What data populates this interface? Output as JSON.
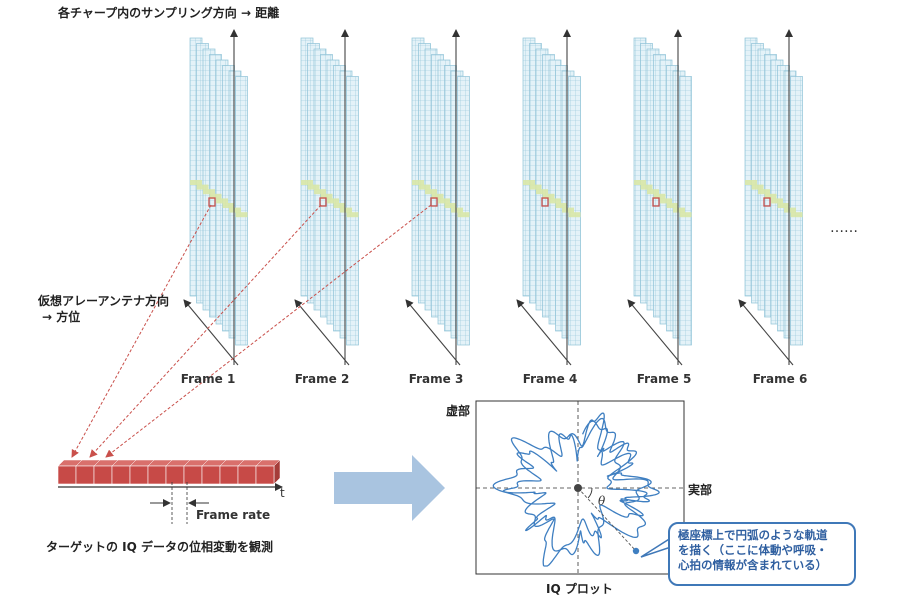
{
  "top_title": "各チャープ内のサンプリング方向 → 距離",
  "antenna_label_line1": "仮想アレーアンテナ方向",
  "antenna_label_line2": "→ 方位",
  "frames": [
    "Frame 1",
    "Frame 2",
    "Frame 3",
    "Frame 4",
    "Frame 5",
    "Frame 6"
  ],
  "ellipsis": "……",
  "time_axis": "t",
  "frame_rate_label": "Frame rate",
  "observe_label": "ターゲットの IQ データの位相変動を観測",
  "iq": {
    "imag_label": "虚部",
    "real_label": "実部",
    "theta_label": "θ",
    "plot_title": "IQ プロット"
  },
  "callout": {
    "line1": "極座標上で円弧のような軌道",
    "line2": "を描く（ここに体動や呼吸・",
    "line3": "心拍の情報が含まれている）"
  },
  "colors": {
    "grid_fill": "#e4f2f8",
    "grid_line": "#8fc3d8",
    "highlight_row": "#d8e7a6",
    "target_cell": "#c9504b",
    "block_red": "#c74a47",
    "trajectory_blue": "#3f7fc1",
    "big_arrow": "#a9c4e0",
    "dashed_red": "#c9504b"
  }
}
